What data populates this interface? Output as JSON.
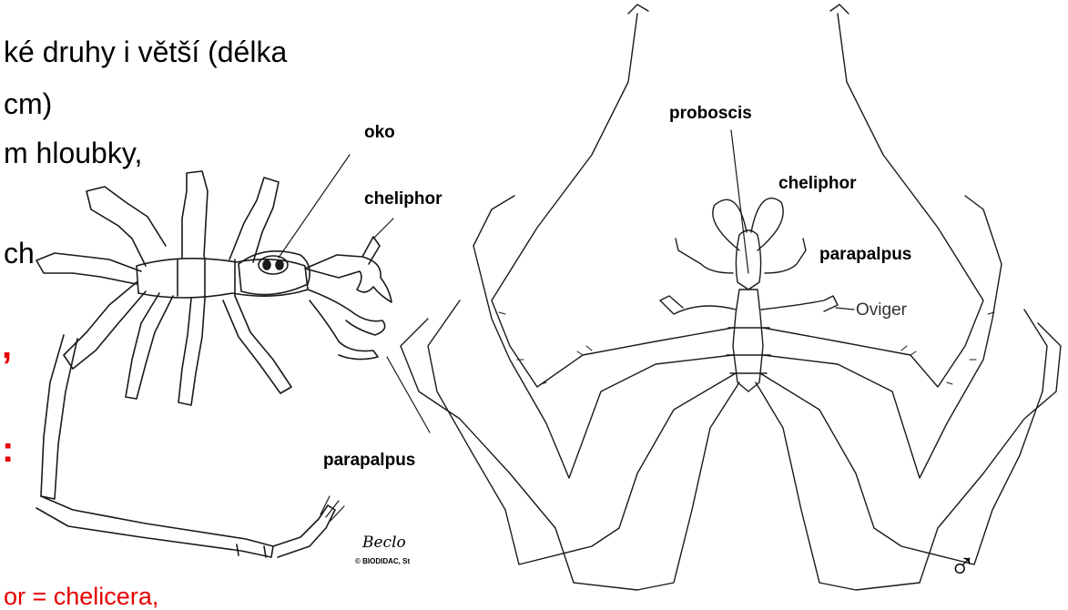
{
  "slide_text": {
    "line1": "ké druhy i větší (délka",
    "line2": "cm)",
    "line3": "m hloubky,",
    "line4": "ch",
    "red_comma": ",",
    "red_colon": ":",
    "bottom": "or = chelicera,"
  },
  "left_figure": {
    "labels": {
      "eye": "oko",
      "cheliphor": "cheliphor",
      "parapalpus": "parapalpus"
    },
    "artist_signature": "Beclo",
    "credit": "© BIODIDAC, St"
  },
  "right_figure": {
    "labels": {
      "proboscis": "proboscis",
      "cheliphor": "cheliphor",
      "parapalpus": "parapalpus",
      "oviger": "Oviger"
    },
    "sex_symbol": "♂"
  },
  "colors": {
    "text": "#000000",
    "accent_red": "#e60000",
    "line_art": "#1a1a1a",
    "background": "#ffffff"
  }
}
